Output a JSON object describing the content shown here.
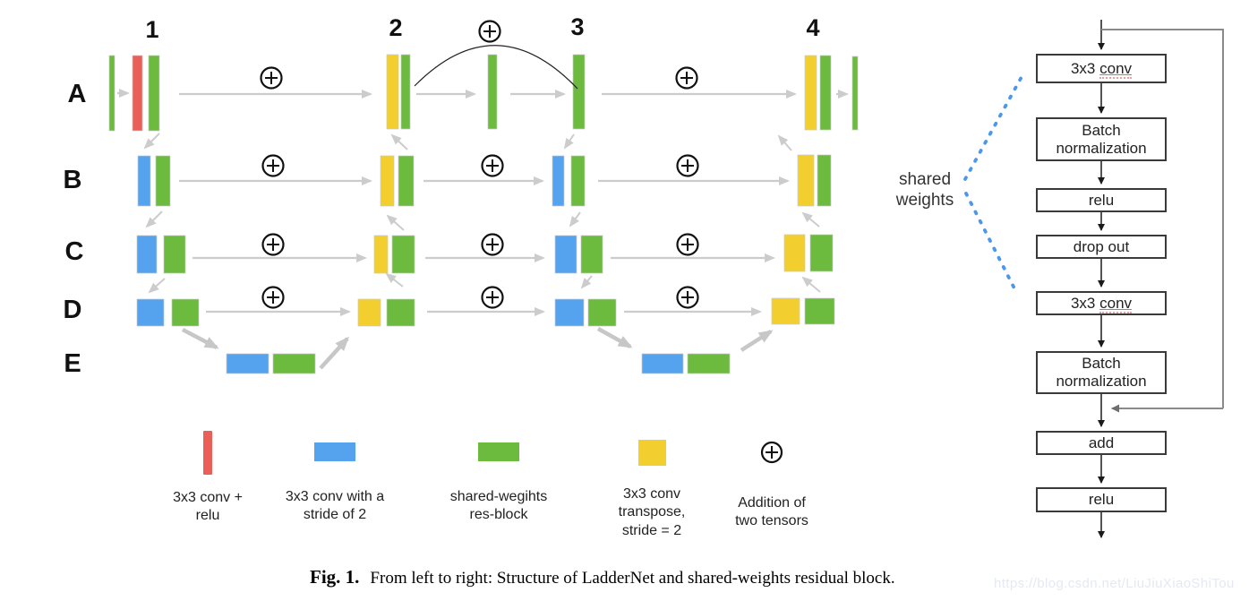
{
  "colors": {
    "red": "#ea5f57",
    "blue": "#55a3ef",
    "green": "#6cba3e",
    "yellow": "#f2cf2e",
    "arrow_gray": "#cccccc",
    "dashed_blue": "#4c97ea",
    "box_border": "#3a3a3a",
    "watermark_gray": "#e4e9f2"
  },
  "ladder": {
    "column_headers": [
      "1",
      "2",
      "3",
      "4"
    ],
    "row_labels": [
      "A",
      "B",
      "C",
      "D",
      "E"
    ],
    "shared_weights_label": "shared weights"
  },
  "legend": {
    "items": [
      {
        "swatch": "red-vertical-bar",
        "label": "3x3 conv + relu"
      },
      {
        "swatch": "blue-rect",
        "label": "3x3 conv with a stride of 2"
      },
      {
        "swatch": "green-rect",
        "label": "shared-wegihts res-block"
      },
      {
        "swatch": "yellow-square",
        "label": "3x3 conv transpose, stride = 2"
      },
      {
        "swatch": "oplus-symbol",
        "label": "Addition of two tensors"
      }
    ]
  },
  "flowchart": {
    "nodes": [
      {
        "pre": "3x3 ",
        "word": "conv"
      },
      {
        "text": "Batch normalization"
      },
      {
        "text": "relu"
      },
      {
        "text": "drop out"
      },
      {
        "pre": "3x3 ",
        "word": "conv"
      },
      {
        "text": "Batch normalization"
      },
      {
        "text": "add"
      },
      {
        "text": "relu"
      }
    ]
  },
  "figure": {
    "caption_label": "Fig. 1.",
    "caption_text": "From left to right: Structure of LadderNet and shared-weights residual block.",
    "watermark": "https://blog.csdn.net/LiuJiuXiaoShiTou"
  }
}
